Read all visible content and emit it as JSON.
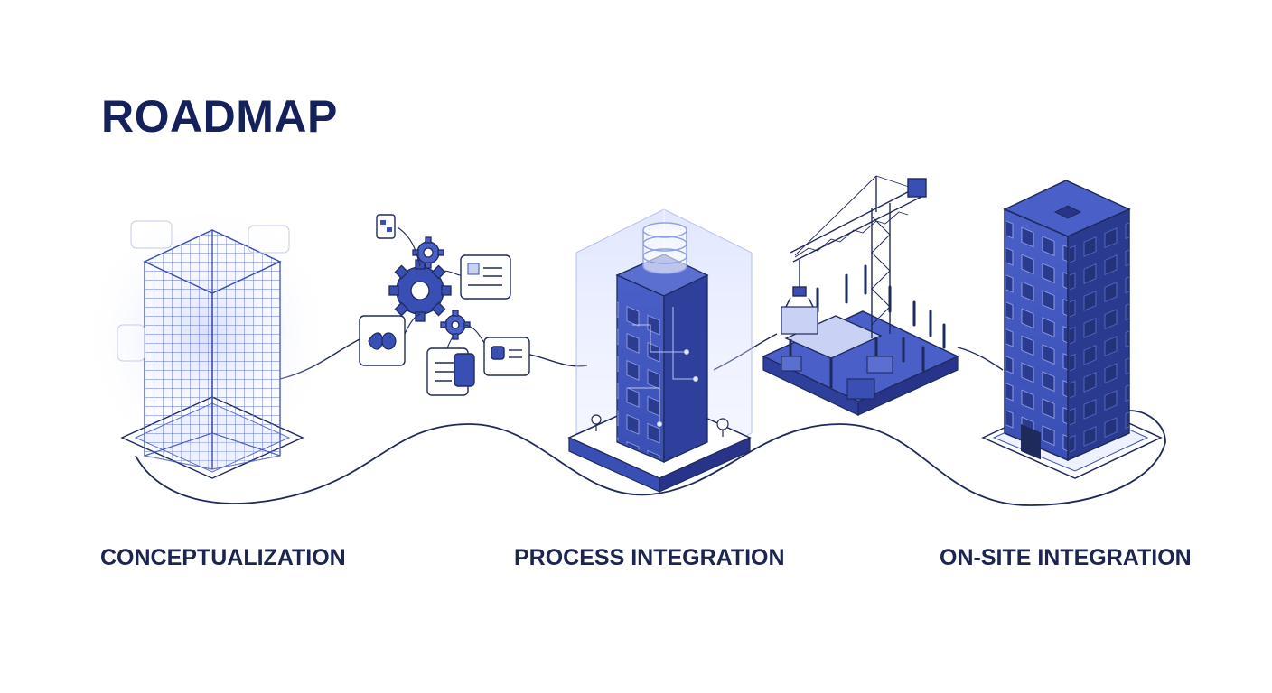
{
  "title": "ROADMAP",
  "stages": [
    {
      "label": "CONCEPTUALIZATION"
    },
    {
      "label": "PROCESS INTEGRATION"
    },
    {
      "label": "ON-SITE INTEGRATION"
    }
  ],
  "colors": {
    "title": "#15215a",
    "label": "#1c2550",
    "line": "#1f2a5c",
    "accent": "#3a4fb4",
    "accent_dark": "#27348a",
    "accent_light": "#c9d1f5",
    "glow": "#e6eaff"
  },
  "icons": [
    "wireframe-building-icon",
    "gears-icon",
    "document-card-icon",
    "data-building-icon",
    "crane-icon",
    "construction-site-icon",
    "completed-building-icon"
  ]
}
